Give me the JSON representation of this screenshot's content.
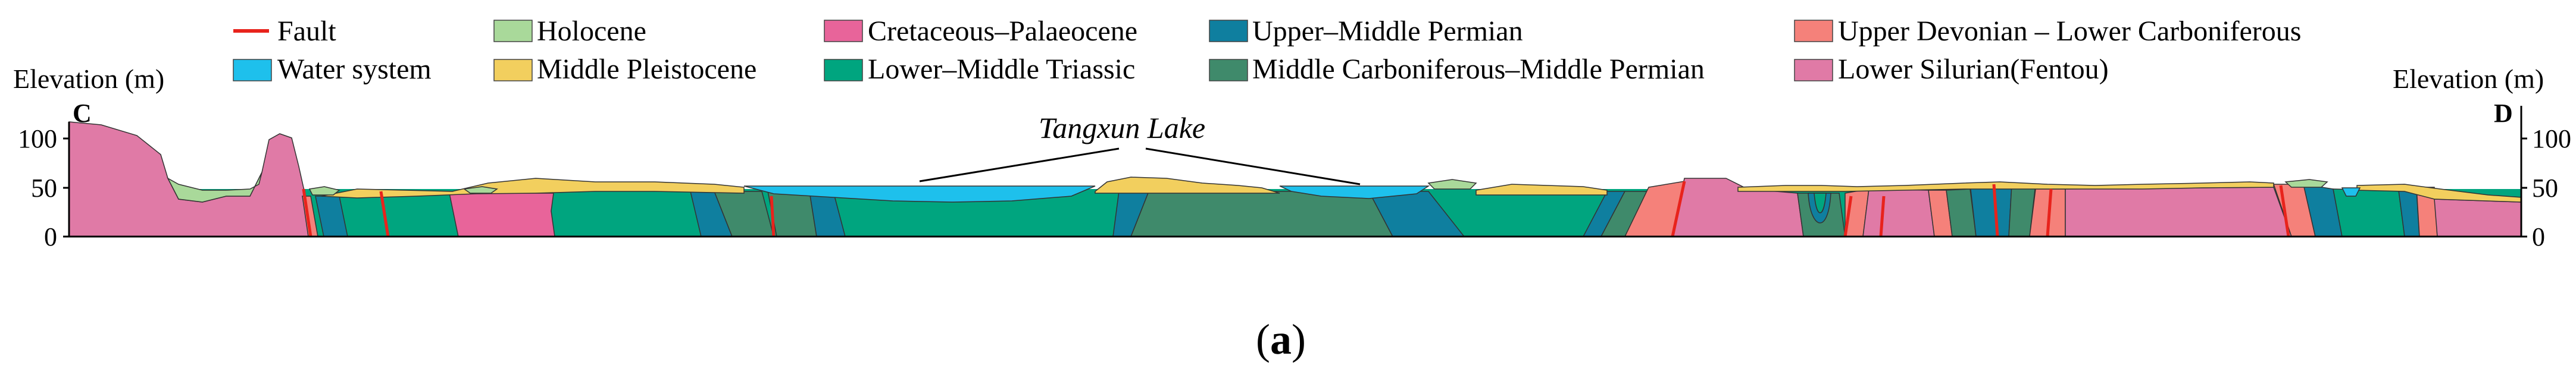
{
  "legend": [
    {
      "label": "Fault",
      "kind": "line",
      "color": "#e8231c"
    },
    {
      "label": "Holocene",
      "kind": "box",
      "color": "#a9d99a"
    },
    {
      "label": "Cretaceous–Palaeocene",
      "kind": "box",
      "color": "#e8649a"
    },
    {
      "label": "Upper–Middle Permian",
      "kind": "box",
      "color": "#0f7f9f"
    },
    {
      "label": "Upper Devonian – Lower Carboniferous",
      "kind": "box",
      "color": "#f5817a"
    },
    {
      "label": "Water system",
      "kind": "box",
      "color": "#1ec0ec"
    },
    {
      "label": "Middle Pleistocene",
      "kind": "box",
      "color": "#f2cf5e"
    },
    {
      "label": "Lower–Middle Triassic",
      "kind": "box",
      "color": "#00a57f"
    },
    {
      "label": "Middle Carboniferous–Middle Permian",
      "kind": "box",
      "color": "#3f8a6b"
    },
    {
      "label": "Lower Silurian(Fentou)",
      "kind": "box",
      "color": "#e07aa6"
    }
  ],
  "axes": {
    "left_title": "Elevation (m)",
    "right_title": "Elevation (m)",
    "ticks": [
      "100",
      "50",
      "0"
    ]
  },
  "section": {
    "start_label": "C",
    "end_label": "D",
    "lake_label": "Tangxun Lake"
  },
  "panel_label": {
    "open": "(",
    "letter": "a",
    "close": ")"
  }
}
